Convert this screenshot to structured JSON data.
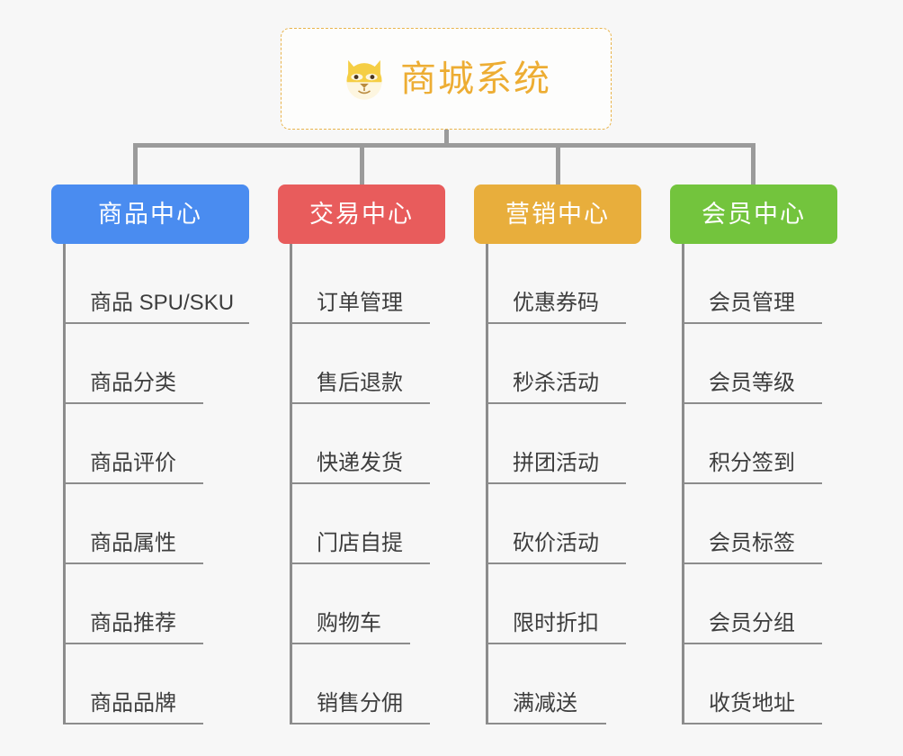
{
  "diagram": {
    "type": "org-chart",
    "background_color": "#f7f7f7",
    "connector_color": "#9b9b9b",
    "root": {
      "title": "商城系统",
      "icon": "shiba-dog-face-icon",
      "text_color": "#edad33",
      "border_color": "#e9b44c",
      "background_color": "#fdfdfc"
    },
    "columns": [
      {
        "title": "商品中心",
        "color": "#4a8cf0",
        "items": [
          "商品 SPU/SKU",
          "商品分类",
          "商品评价",
          "商品属性",
          "商品推荐",
          "商品品牌"
        ]
      },
      {
        "title": "交易中心",
        "color": "#e85c5c",
        "items": [
          "订单管理",
          "售后退款",
          "快递发货",
          "门店自提",
          "购物车",
          "销售分佣"
        ]
      },
      {
        "title": "营销中心",
        "color": "#e8ae3c",
        "items": [
          "优惠券码",
          "秒杀活动",
          "拼团活动",
          "砍价活动",
          "限时折扣",
          "满减送"
        ]
      },
      {
        "title": "会员中心",
        "color": "#73c43d",
        "items": [
          "会员管理",
          "会员等级",
          "积分签到",
          "会员标签",
          "会员分组",
          "收货地址"
        ]
      }
    ]
  }
}
